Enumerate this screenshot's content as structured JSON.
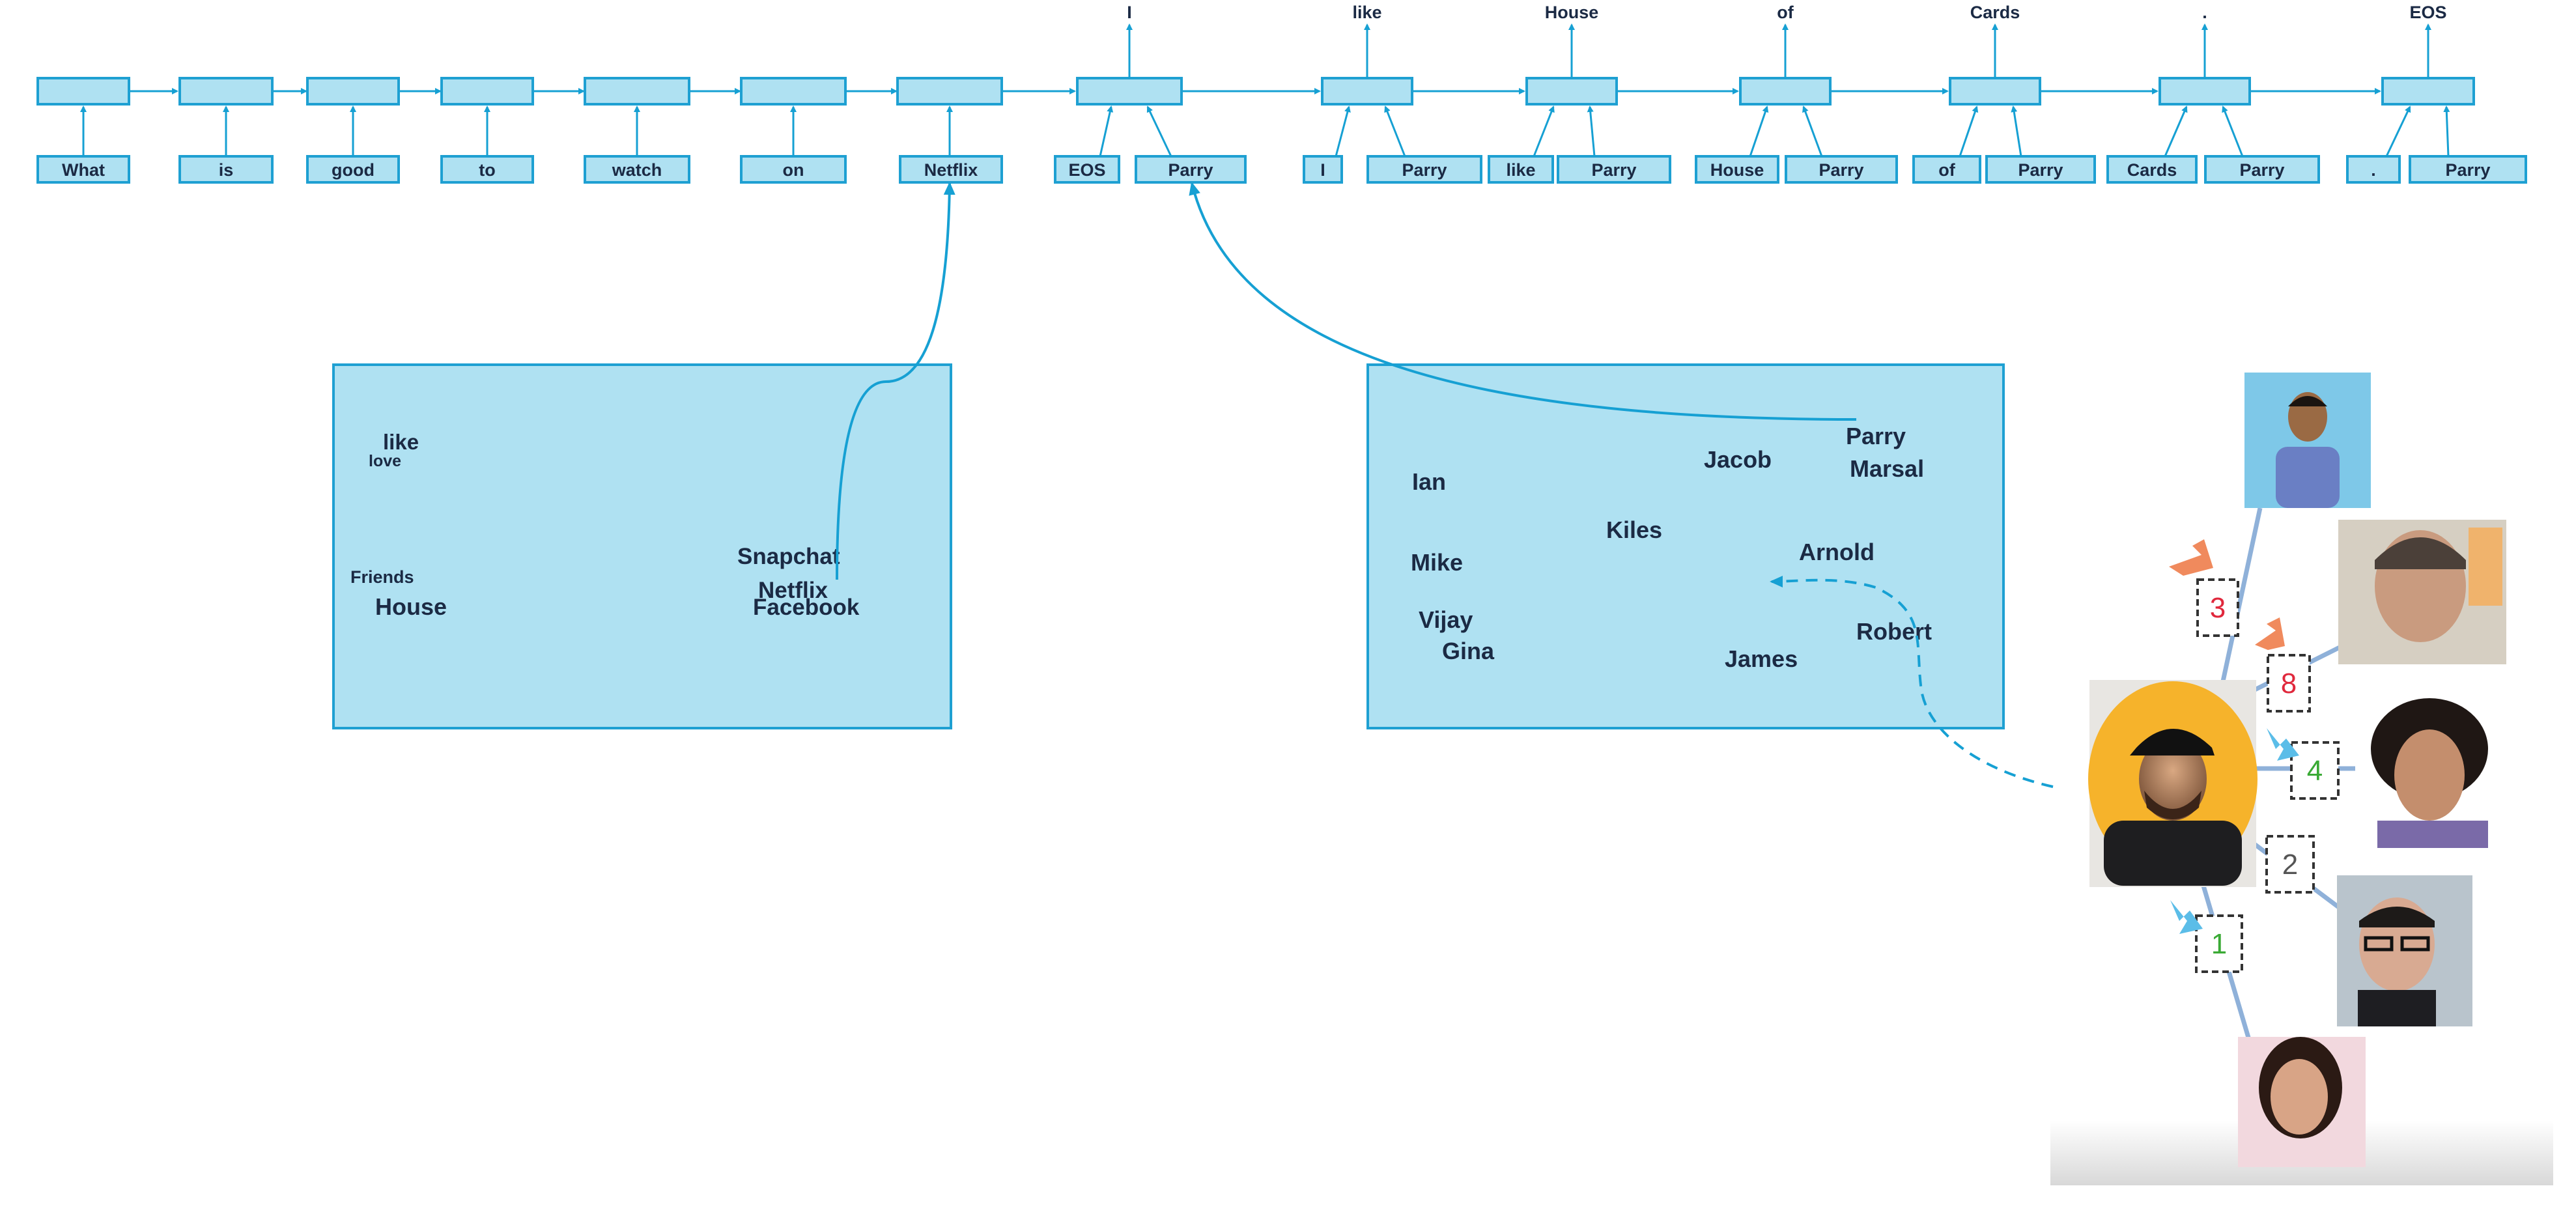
{
  "encoder": {
    "tokens": [
      "What",
      "is",
      "good",
      "to",
      "watch",
      "on",
      "Netflix"
    ]
  },
  "decoder": {
    "inputs": [
      [
        "EOS",
        "Parry"
      ],
      [
        "I",
        "Parry"
      ],
      [
        "like",
        "Parry"
      ],
      [
        "House",
        "Parry"
      ],
      [
        "of",
        "Parry"
      ],
      [
        "Cards",
        "Parry"
      ],
      [
        ".",
        "Parry"
      ]
    ],
    "outputs": [
      "I",
      "like",
      "House",
      "of",
      "Cards",
      ".",
      "EOS"
    ]
  },
  "word_embedding_space": {
    "words": [
      "like",
      "love",
      "Friends",
      "House",
      "Snapchat",
      "Netflix",
      "Facebook"
    ]
  },
  "speaker_embedding_space": {
    "names": [
      "Parry",
      "Marsal",
      "Jacob",
      "Ian",
      "Kiles",
      "Arnold",
      "Mike",
      "Vijay",
      "Gina",
      "Robert",
      "James"
    ]
  },
  "social_graph": {
    "edges": [
      {
        "label": "3",
        "color": "#e0283c",
        "arrow_color": "#f08a5d"
      },
      {
        "label": "8",
        "color": "#e0283c",
        "arrow_color": "#f08a5d"
      },
      {
        "label": "4",
        "color": "#3aaa35",
        "arrow_color": "#5bbde8"
      },
      {
        "label": "2",
        "color": "#555555",
        "arrow_color": null
      },
      {
        "label": "1",
        "color": "#3aaa35",
        "arrow_color": "#5bbde8"
      }
    ]
  },
  "colors": {
    "box_fill": "#afe1f2",
    "box_stroke": "#1ea0d2",
    "arrow": "#16a0d3",
    "text_dark": "#1b2a44"
  }
}
